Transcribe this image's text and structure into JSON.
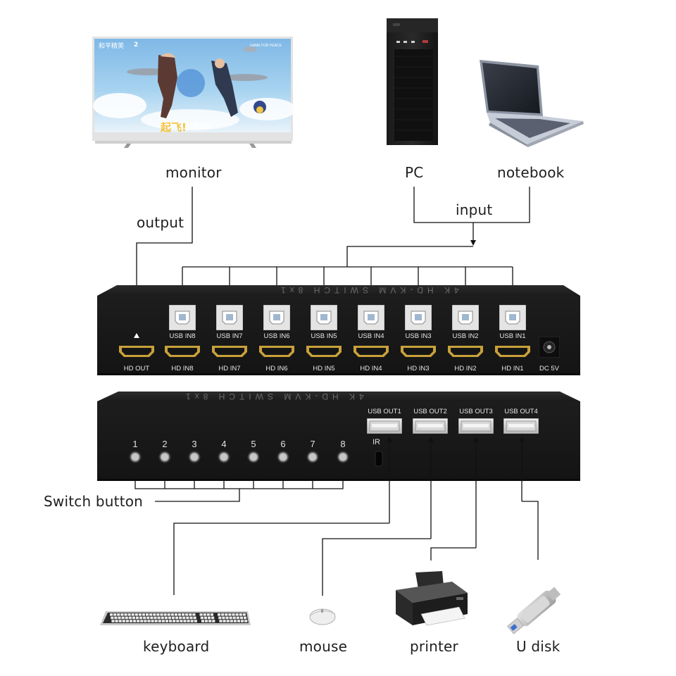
{
  "labels": {
    "monitor": "monitor",
    "pc": "PC",
    "notebook": "notebook",
    "input": "input",
    "output": "output",
    "switch_button": "Switch button",
    "keyboard": "keyboard",
    "mouse": "mouse",
    "printer": "printer",
    "u_disk": "U disk"
  },
  "rear_panel": {
    "brand_text": "4K HD-KVM SWITCH 8x1",
    "usb_inputs": [
      "USB  IN8",
      "USB  IN7",
      "USB  IN6",
      "USB  IN5",
      "USB  IN4",
      "USB  IN3",
      "USB  IN2",
      "USB  IN1"
    ],
    "hd_inputs": [
      "HD  IN8",
      "HD  IN7",
      "HD  IN6",
      "HD  IN5",
      "HD  IN4",
      "HD  IN3",
      "HD  IN2",
      "HD  IN1"
    ],
    "hd_output": "HD  OUT",
    "dc": "DC 5V"
  },
  "front_panel": {
    "brand_text": "4K HD-KVM SWITCH 8x1",
    "buttons": [
      "1",
      "2",
      "3",
      "4",
      "5",
      "6",
      "7",
      "8"
    ],
    "usb_outputs": [
      "USB  OUT1",
      "USB  OUT2",
      "USB  OUT3",
      "USB  OUT4"
    ],
    "ir": "IR"
  },
  "monitor_screen": {
    "logo_text": "和平精英",
    "tag_text": "GAME FOR PEACE",
    "slogan": "起飞!",
    "anniv": "和平精英",
    "badge": "2"
  }
}
